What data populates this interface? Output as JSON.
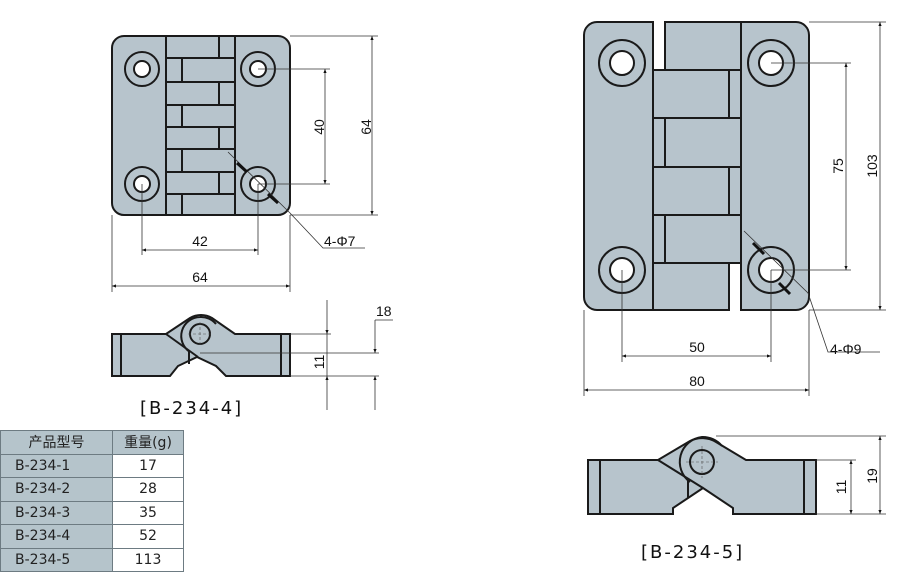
{
  "colors": {
    "part_fill": "#b7c4cc",
    "table_header": "#b5c4cb"
  },
  "model_a": {
    "label": "[B-234-4]",
    "dims": {
      "hole_spacing_v": "40",
      "height": "64",
      "hole_spacing_h": "42",
      "width": "64",
      "holes": "4-Φ7",
      "thickness": "11",
      "total_height": "18"
    }
  },
  "model_b": {
    "label": "[B-234-5]",
    "dims": {
      "hole_spacing_v": "75",
      "height": "103",
      "hole_spacing_h": "50",
      "width": "80",
      "holes": "4-Φ9",
      "thickness": "11",
      "total_height": "19"
    }
  },
  "table": {
    "headers": [
      "产品型号",
      "重量(g)"
    ],
    "rows": [
      {
        "model": "B-234-1",
        "weight": "17"
      },
      {
        "model": "B-234-2",
        "weight": "28"
      },
      {
        "model": "B-234-3",
        "weight": "35"
      },
      {
        "model": "B-234-4",
        "weight": "52"
      },
      {
        "model": "B-234-5",
        "weight": "113"
      }
    ]
  }
}
